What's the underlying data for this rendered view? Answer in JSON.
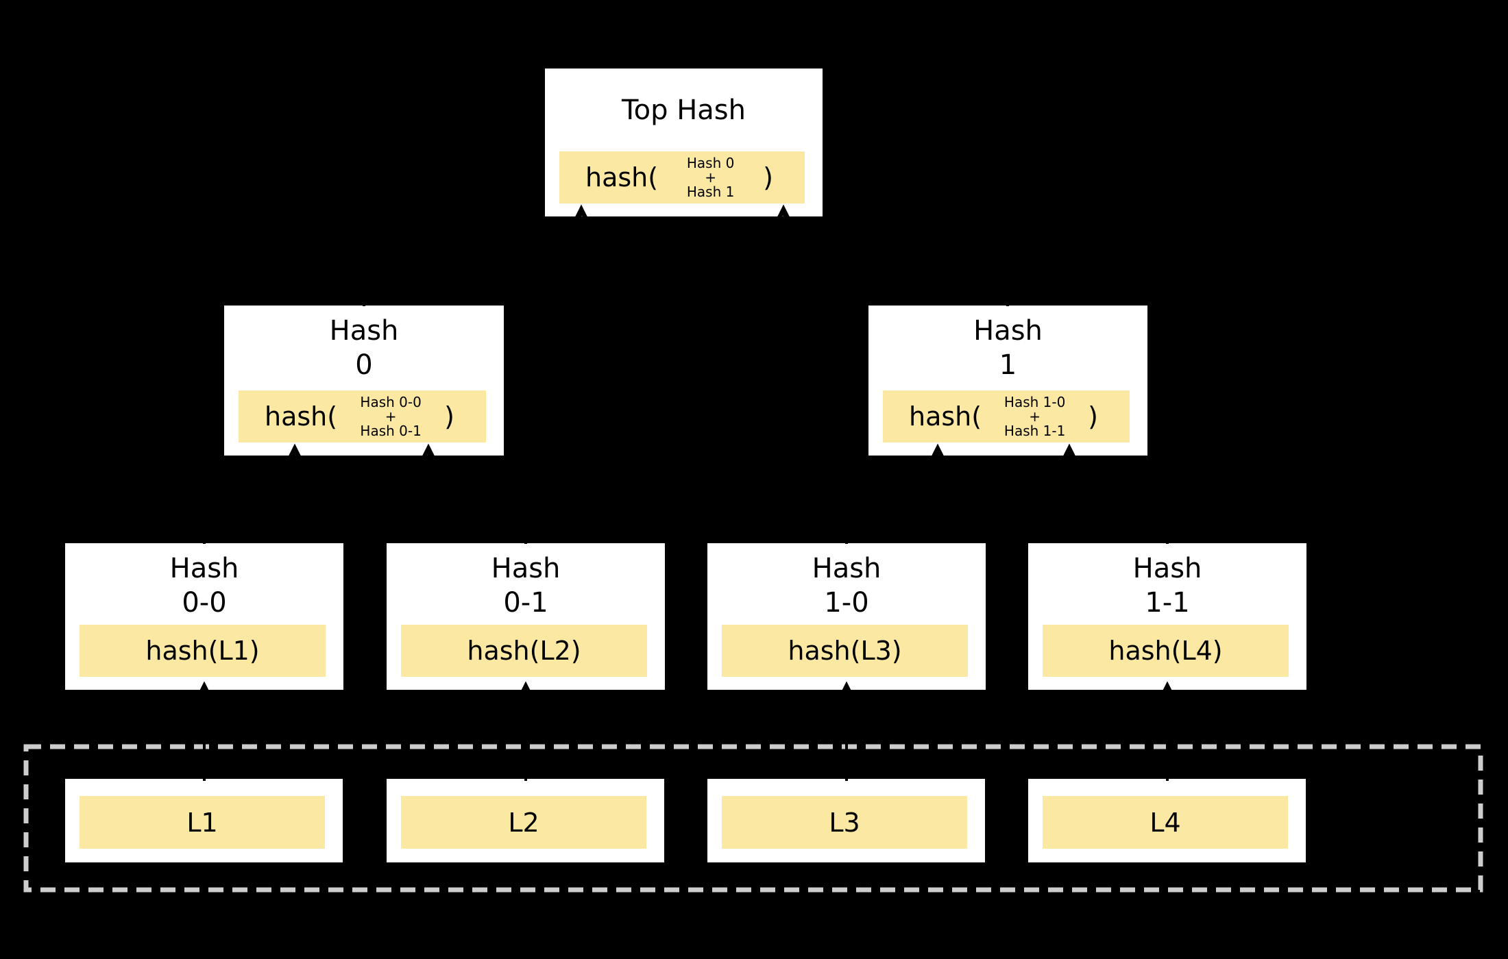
{
  "colors": {
    "background": "#000000",
    "node-fill": "#ffffff",
    "highlight-fill": "#fbe8a3",
    "text": "#000000",
    "arrow": "#000000",
    "dashed-border": "#cdcdcd"
  },
  "tree": {
    "root": {
      "title": "Top Hash",
      "formula": {
        "open": "hash(",
        "arg1": "Hash 0",
        "operator": "+",
        "arg2": "Hash 1",
        "close": ")"
      }
    },
    "internal_nodes": [
      {
        "title_line1": "Hash",
        "title_line2": "0",
        "formula": {
          "open": "hash(",
          "arg1": "Hash 0-0",
          "operator": "+",
          "arg2": "Hash 0-1",
          "close": ")"
        }
      },
      {
        "title_line1": "Hash",
        "title_line2": "1",
        "formula": {
          "open": "hash(",
          "arg1": "Hash 1-0",
          "operator": "+",
          "arg2": "Hash 1-1",
          "close": ")"
        }
      }
    ],
    "leaf_nodes": [
      {
        "title_line1": "Hash",
        "title_line2": "0-0",
        "formula": "hash(L1)"
      },
      {
        "title_line1": "Hash",
        "title_line2": "0-1",
        "formula": "hash(L2)"
      },
      {
        "title_line1": "Hash",
        "title_line2": "1-0",
        "formula": "hash(L3)"
      },
      {
        "title_line1": "Hash",
        "title_line2": "1-1",
        "formula": "hash(L4)"
      }
    ],
    "data_blocks": [
      {
        "label": "L1"
      },
      {
        "label": "L2"
      },
      {
        "label": "L3"
      },
      {
        "label": "L4"
      }
    ]
  }
}
